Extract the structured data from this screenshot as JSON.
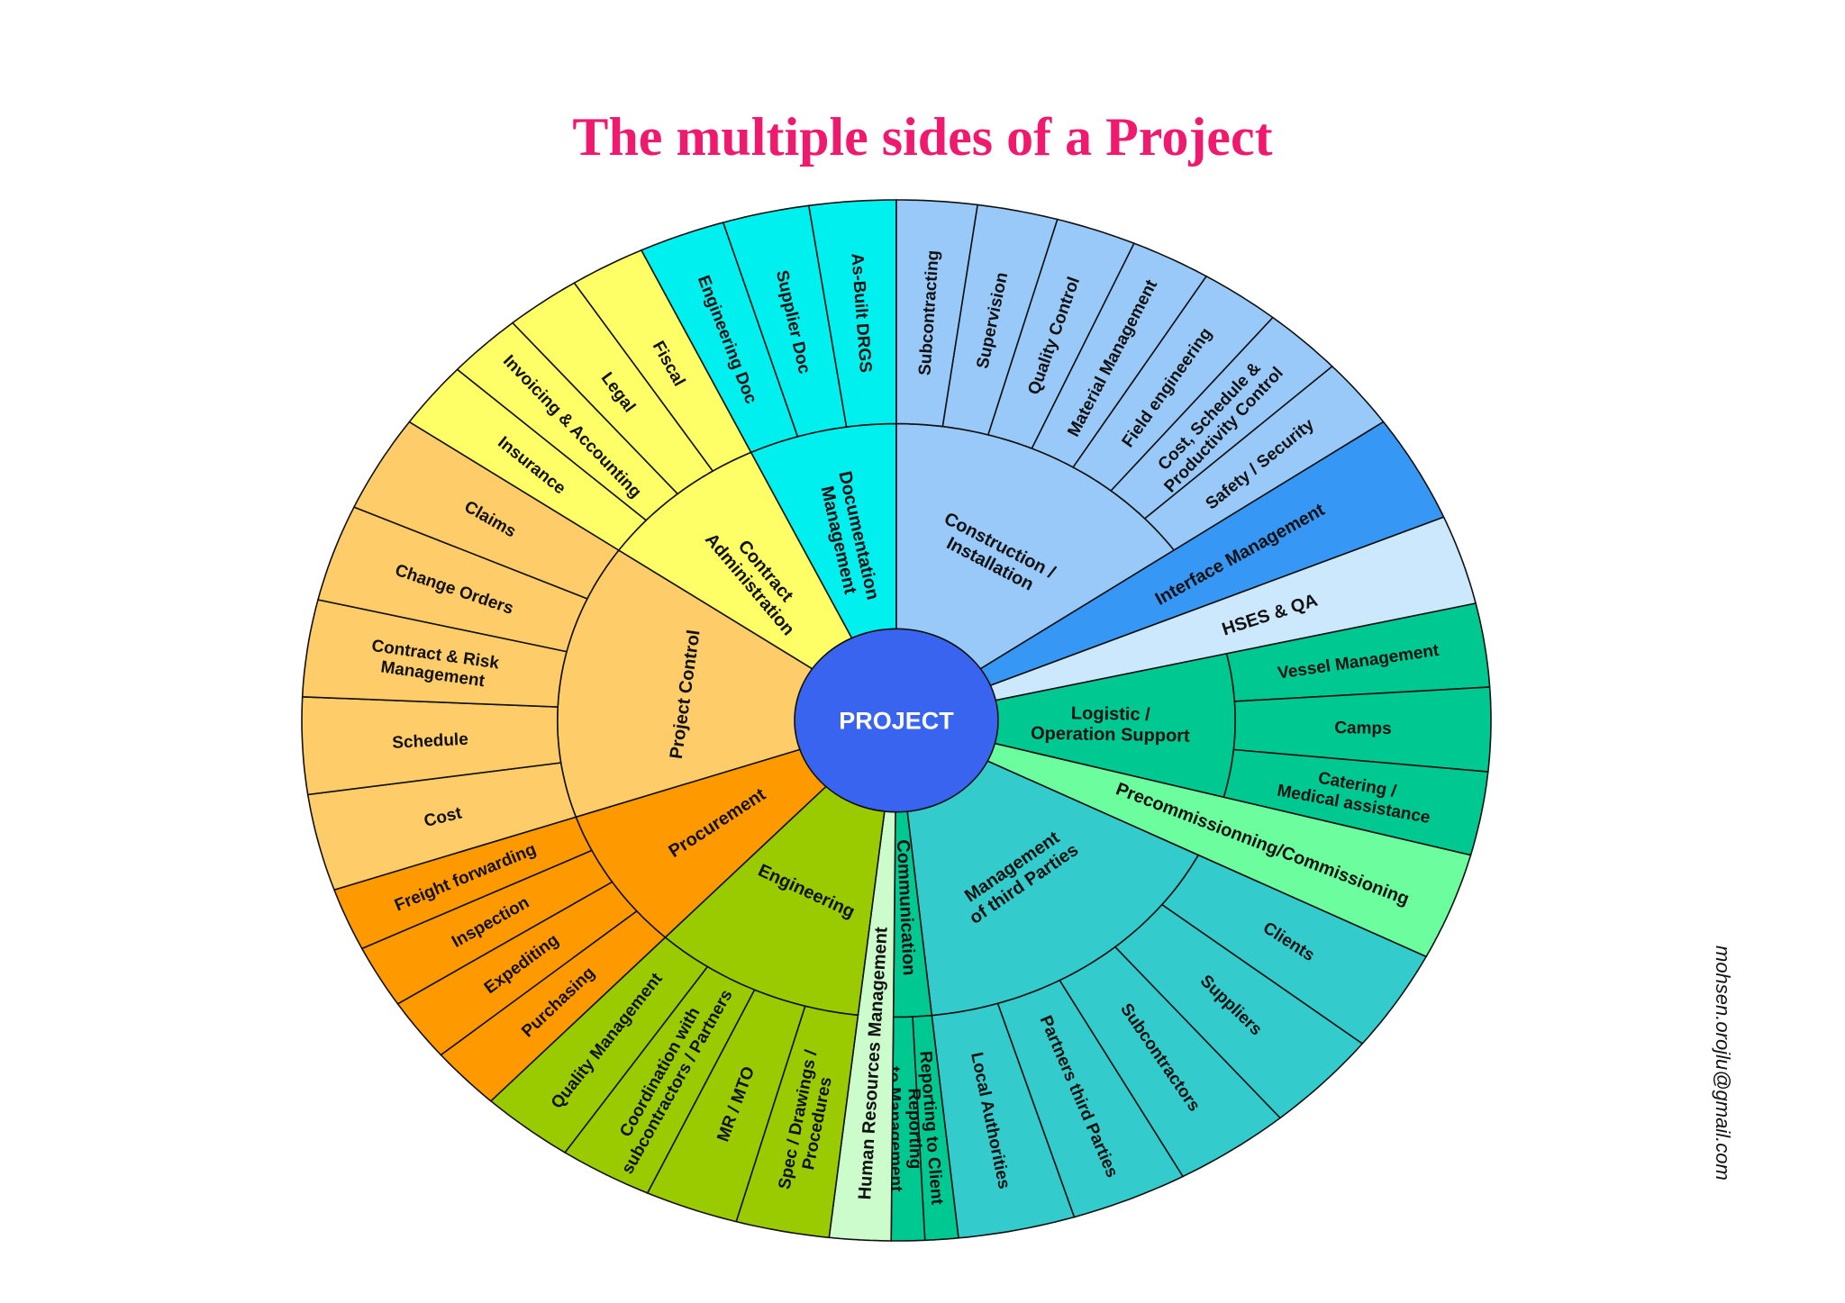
{
  "title": "The multiple sides of a Project",
  "credit": "mohsen.orojlu@gmail.com",
  "colors": {
    "title": "#ef1a6e",
    "center": "#3864f0",
    "documentation": "#00f0f0",
    "construction": "#99c9f8",
    "interface": "#3797f5",
    "hses": "#cce8fd",
    "logistic": "#00c891",
    "precommissioning": "#6cfd9e",
    "management_third": "#33cbcb",
    "communication": "#00c891",
    "human_resources": "#ccfccc",
    "engineering": "#99cb00",
    "procurement": "#fe9900",
    "project_control": "#ffcc6a",
    "contract": "#fefe66"
  },
  "center": {
    "label": "PROJECT"
  },
  "sectors": [
    {
      "name": "documentation",
      "color": "documentation",
      "inner": [
        "Documentation",
        "Management"
      ],
      "outer": [
        {
          "lines": [
            "Engineering Doc"
          ]
        },
        {
          "lines": [
            "Supplier Doc"
          ]
        },
        {
          "lines": [
            "As-Built DRGS"
          ]
        }
      ]
    },
    {
      "name": "construction",
      "color": "construction",
      "inner": [
        "Construction /",
        "Installation"
      ],
      "outer": [
        {
          "lines": [
            "Subcontracting"
          ]
        },
        {
          "lines": [
            "Supervision"
          ]
        },
        {
          "lines": [
            "Quality Control"
          ]
        },
        {
          "lines": [
            "Material Management"
          ]
        },
        {
          "lines": [
            "Field engineering"
          ]
        },
        {
          "lines": [
            "Cost, Schedule &",
            "Productivity Control"
          ]
        },
        {
          "lines": [
            "Safety / Security"
          ]
        }
      ]
    },
    {
      "name": "interface",
      "color": "interface",
      "full": true,
      "inner": [
        "Interface Management"
      ]
    },
    {
      "name": "hses",
      "color": "hses",
      "full": true,
      "inner": [
        "HSES  & QA"
      ]
    },
    {
      "name": "logistic",
      "color": "logistic",
      "inner": [
        "Logistic /",
        "Operation Support"
      ],
      "outer": [
        {
          "lines": [
            "Vessel Management"
          ]
        },
        {
          "lines": [
            "Camps"
          ]
        },
        {
          "lines": [
            "Catering /",
            "Medical assistance"
          ]
        }
      ]
    },
    {
      "name": "precommissioning",
      "color": "precommissioning",
      "full": true,
      "inner": [
        "Precommissionning/Commissioning"
      ]
    },
    {
      "name": "management_third",
      "color": "management_third",
      "inner": [
        "Management",
        "of third Parties"
      ],
      "outer": [
        {
          "lines": [
            "Clients"
          ]
        },
        {
          "lines": [
            "Suppliers"
          ]
        },
        {
          "lines": [
            "Subcontractors"
          ]
        },
        {
          "lines": [
            "Partners third Parties"
          ]
        },
        {
          "lines": [
            "Local Authorities"
          ]
        }
      ]
    },
    {
      "name": "communication",
      "color": "communication",
      "inner": [
        "Communication"
      ],
      "outer": [
        {
          "lines": [
            "Reporting to Client"
          ]
        },
        {
          "lines": [
            "Reporting",
            "to Management"
          ]
        }
      ]
    },
    {
      "name": "human_resources",
      "color": "human_resources",
      "full": true,
      "inner": [
        "Human Resources Management"
      ]
    },
    {
      "name": "engineering",
      "color": "engineering",
      "inner": [
        "Engineering"
      ],
      "outer": [
        {
          "lines": [
            "Spec / Drawings /",
            "Procedures"
          ]
        },
        {
          "lines": [
            "MR / MTO"
          ]
        },
        {
          "lines": [
            "Coordination with",
            "subcontractors / Partners"
          ]
        },
        {
          "lines": [
            "Quality Management"
          ]
        }
      ]
    },
    {
      "name": "procurement",
      "color": "procurement",
      "inner": [
        "Procurement"
      ],
      "outer": [
        {
          "lines": [
            "Purchasing"
          ]
        },
        {
          "lines": [
            "Expediting"
          ]
        },
        {
          "lines": [
            "Inspection"
          ]
        },
        {
          "lines": [
            "Freight forwarding"
          ]
        }
      ]
    },
    {
      "name": "project_control",
      "color": "project_control",
      "inner": [
        "Project Control"
      ],
      "outer": [
        {
          "lines": [
            "Cost"
          ]
        },
        {
          "lines": [
            "Schedule"
          ]
        },
        {
          "lines": [
            "Contract & Risk",
            "Management"
          ]
        },
        {
          "lines": [
            "Change Orders"
          ]
        },
        {
          "lines": [
            "Claims"
          ]
        }
      ]
    },
    {
      "name": "contract",
      "color": "contract",
      "inner": [
        "Contract",
        "Administration"
      ],
      "outer": [
        {
          "lines": [
            "Insurance"
          ]
        },
        {
          "lines": [
            "Invoicing & Accounting"
          ]
        },
        {
          "lines": [
            "Legal"
          ]
        },
        {
          "lines": [
            "Fiscal"
          ]
        }
      ]
    }
  ]
}
